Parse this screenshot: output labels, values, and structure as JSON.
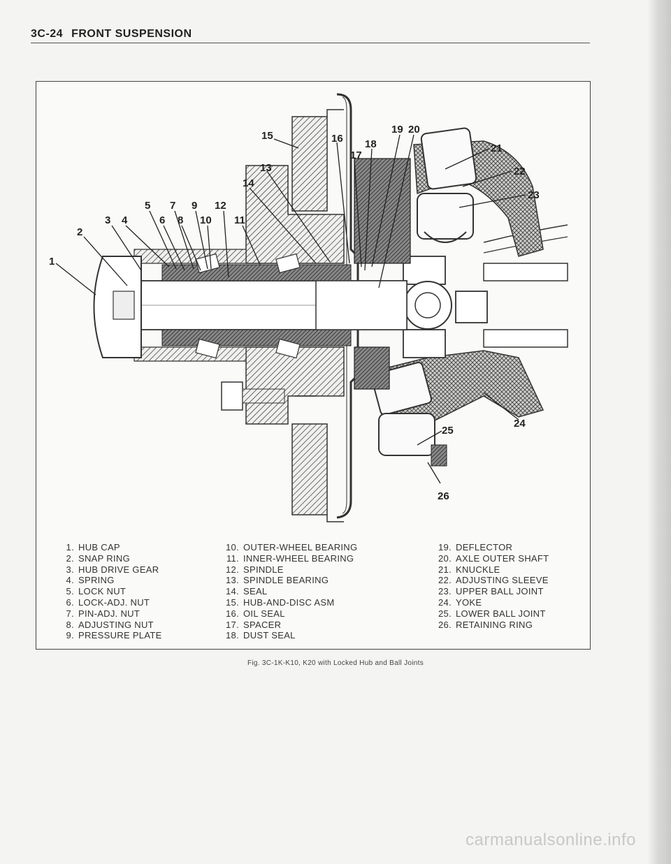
{
  "header": {
    "page_number": "3C-24",
    "section_title": "FRONT SUSPENSION"
  },
  "callouts": [
    "1",
    "2",
    "3",
    "4",
    "5",
    "6",
    "7",
    "8",
    "9",
    "10",
    "11",
    "12",
    "13",
    "14",
    "15",
    "16",
    "17",
    "18",
    "19",
    "20",
    "21",
    "22",
    "23",
    "24",
    "25",
    "26"
  ],
  "legend": {
    "col1": [
      {
        "num": "1.",
        "label": "HUB CAP"
      },
      {
        "num": "2.",
        "label": "SNAP RING"
      },
      {
        "num": "3.",
        "label": "HUB DRIVE GEAR"
      },
      {
        "num": "4.",
        "label": "SPRING"
      },
      {
        "num": "5.",
        "label": "LOCK NUT"
      },
      {
        "num": "6.",
        "label": "LOCK-ADJ. NUT"
      },
      {
        "num": "7.",
        "label": "PIN-ADJ. NUT"
      },
      {
        "num": "8.",
        "label": "ADJUSTING NUT"
      },
      {
        "num": "9.",
        "label": "PRESSURE PLATE"
      }
    ],
    "col2": [
      {
        "num": "10.",
        "label": "OUTER-WHEEL BEARING"
      },
      {
        "num": "11.",
        "label": "INNER-WHEEL BEARING"
      },
      {
        "num": "12.",
        "label": "SPINDLE"
      },
      {
        "num": "13.",
        "label": "SPINDLE BEARING"
      },
      {
        "num": "14.",
        "label": "SEAL"
      },
      {
        "num": "15.",
        "label": "HUB-AND-DISC ASM"
      },
      {
        "num": "16.",
        "label": "OIL SEAL"
      },
      {
        "num": "17.",
        "label": "SPACER"
      },
      {
        "num": "18.",
        "label": "DUST SEAL"
      }
    ],
    "col3": [
      {
        "num": "19.",
        "label": "DEFLECTOR"
      },
      {
        "num": "20.",
        "label": "AXLE OUTER SHAFT"
      },
      {
        "num": "21.",
        "label": "KNUCKLE"
      },
      {
        "num": "22.",
        "label": "ADJUSTING SLEEVE"
      },
      {
        "num": "23.",
        "label": "UPPER BALL JOINT"
      },
      {
        "num": "24.",
        "label": "YOKE"
      },
      {
        "num": "25.",
        "label": "LOWER BALL JOINT"
      },
      {
        "num": "26.",
        "label": "RETAINING RING"
      }
    ]
  },
  "caption": "Fig. 3C-1K-K10, K20 with Locked Hub and Ball Joints",
  "watermark": "carmanualsonline.info"
}
